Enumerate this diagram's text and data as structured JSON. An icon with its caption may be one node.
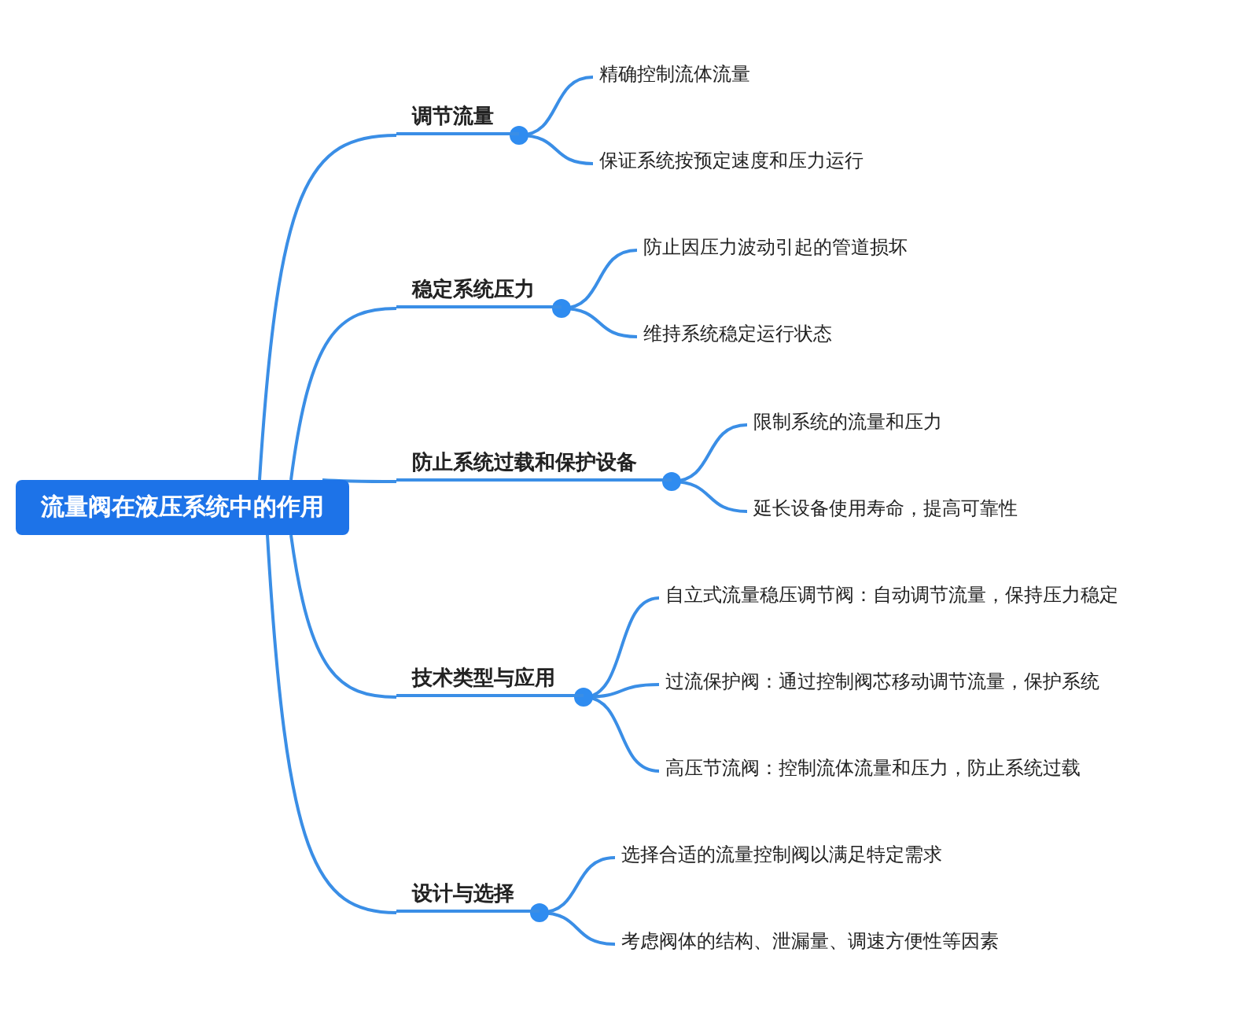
{
  "diagram": {
    "nodes": [
      {
        "text": [
          "流量阀在液压系统中的作用"
        ]
      },
      {
        "text": [
          "调节流量"
        ]
      },
      {
        "text": [
          "精确控制流体流量"
        ]
      },
      {
        "text": [
          "保证系统按预定速度和压力运行"
        ]
      },
      {
        "text": [
          "稳定系统压力"
        ]
      },
      {
        "text": [
          "防止因压力波动引起的管道损坏"
        ]
      },
      {
        "text": [
          "维持系统稳定运行状态"
        ]
      },
      {
        "text": [
          "防止系统过载和保护设备"
        ]
      },
      {
        "text": [
          "限制系统的流量和压力"
        ]
      },
      {
        "text": [
          "延长设备使用寿命，提高可靠性"
        ]
      },
      {
        "text": [
          "技术类型与应用"
        ]
      },
      {
        "text": [
          "自立式流量稳压调节阀：自动调节流量，保持压力稳定"
        ]
      },
      {
        "text": [
          "过流保护阀：通过控制阀芯移动调节流量，保护系统"
        ]
      },
      {
        "text": [
          "高压节流阀：控制流体流量和压力，防止系统过载"
        ]
      },
      {
        "text": [
          "设计与选择"
        ]
      },
      {
        "text": [
          "选择合适的流量控制阀以满足特定需求"
        ]
      },
      {
        "text": [
          "考虑阀体的结构、泄漏量、调速方便性等因素"
        ]
      }
    ],
    "edges": [
      {
        "from": 0,
        "to": 1,
        "arrow": "none"
      },
      {
        "from": 1,
        "to": 2,
        "arrow": "none"
      },
      {
        "from": 1,
        "to": 3,
        "arrow": "none"
      },
      {
        "from": 0,
        "to": 4,
        "arrow": "none"
      },
      {
        "from": 4,
        "to": 5,
        "arrow": "none"
      },
      {
        "from": 4,
        "to": 6,
        "arrow": "none"
      },
      {
        "from": 0,
        "to": 7,
        "arrow": "none"
      },
      {
        "from": 7,
        "to": 8,
        "arrow": "none"
      },
      {
        "from": 7,
        "to": 9,
        "arrow": "none"
      },
      {
        "from": 0,
        "to": 10,
        "arrow": "none"
      },
      {
        "from": 10,
        "to": 11,
        "arrow": "none"
      },
      {
        "from": 10,
        "to": 12,
        "arrow": "none"
      },
      {
        "from": 10,
        "to": 13,
        "arrow": "none"
      },
      {
        "from": 0,
        "to": 14,
        "arrow": "none"
      },
      {
        "from": 14,
        "to": 15,
        "arrow": "none"
      },
      {
        "from": 14,
        "to": 16,
        "arrow": "none"
      }
    ]
  }
}
